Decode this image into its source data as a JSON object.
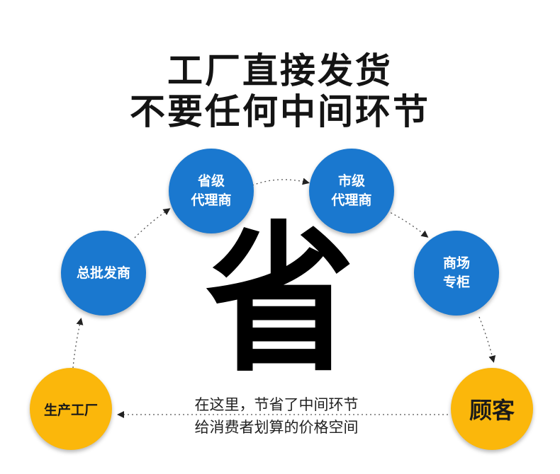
{
  "title": {
    "line1": "工厂直接发货",
    "line2": "不要任何中间环节"
  },
  "nodes": {
    "factory": {
      "label": "生产工厂"
    },
    "wholesaler": {
      "label": "总批发商"
    },
    "provincial": {
      "line1": "省级",
      "line2": "代理商"
    },
    "city": {
      "line1": "市级",
      "line2": "代理商"
    },
    "mall": {
      "line1": "商场",
      "line2": "专柜"
    },
    "customer": {
      "label": "顾客"
    }
  },
  "center_char": "省",
  "note": {
    "line1": "在这里，节省了中间环节",
    "line2": "给消费者划算的价格空间"
  },
  "colors": {
    "blue": "#1a78cf",
    "gold": "#fbb70b",
    "title": "#141414",
    "arrow": "#222222"
  }
}
